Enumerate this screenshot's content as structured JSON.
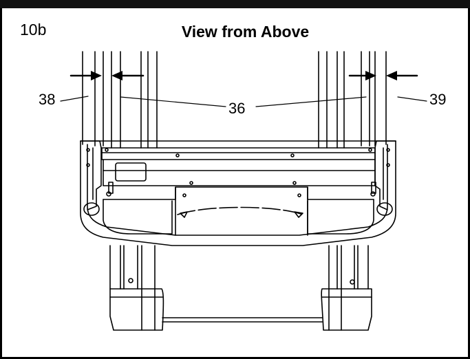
{
  "figure": {
    "step": "10b",
    "title": "View from Above"
  },
  "callouts": {
    "left": "38",
    "center": "36",
    "right": "39"
  }
}
